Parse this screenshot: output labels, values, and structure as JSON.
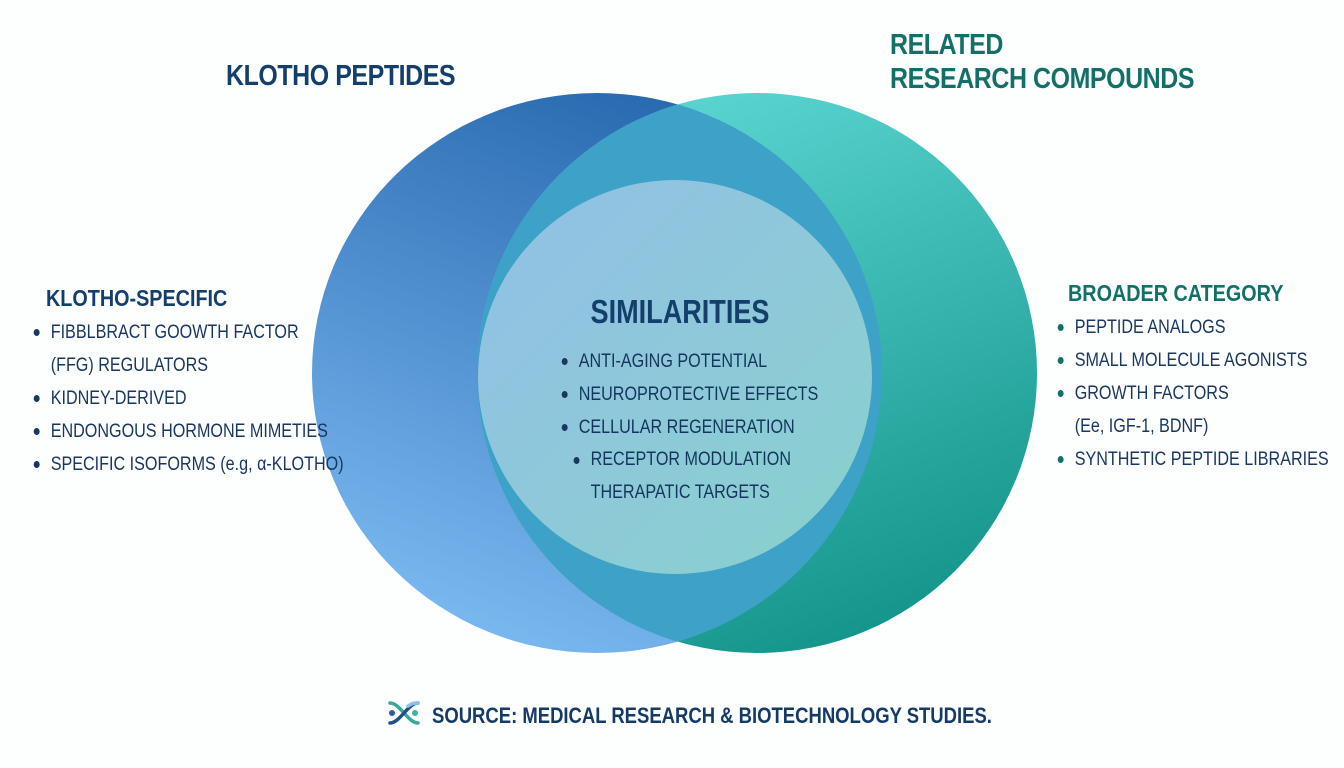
{
  "colors": {
    "left_circle_top": "#2566ad",
    "left_circle_bottom": "#7cbaf2",
    "right_circle_top": "#5dd6d3",
    "right_circle_bottom": "#129389",
    "overlap": "#3ea1c8",
    "inner_circle": "#8ec8e0",
    "navy_text": "#143e6c",
    "teal_text": "#137068"
  },
  "left_set": {
    "title": "KLOTHO PEPTIDES",
    "subtitle": "KLOTHO-SPECIFIC",
    "items": [
      {
        "line1": "FIBBLBRACT GOOWTH FACTOR",
        "line2": "(FFG) REGULATORS"
      },
      {
        "line1": "KIDNEY-DERIVED"
      },
      {
        "line1": "ENDONGOUS HORMONE MIMETIES"
      },
      {
        "line1": "SPECIFIC ISOFORMS (e.g, α-KLOTHO)"
      }
    ]
  },
  "right_set": {
    "title_line1": "RELATED",
    "title_line2": "RESEARCH COMPOUNDS",
    "subtitle": "BROADER CATEGORY",
    "items": [
      {
        "line1": "PEPTIDE ANALOGS"
      },
      {
        "line1": "SMALL MOLECULE AGONISTS"
      },
      {
        "line1": "GROWTH FACTORS",
        "line2": "(Ee, IGF-1, BDNF)"
      },
      {
        "line1": "SYNTHETIC PEPTIDE LIBRARIES"
      }
    ]
  },
  "intersection": {
    "title": "SIMILARITIES",
    "items": [
      {
        "line1": "ANTI-AGING POTENTIAL"
      },
      {
        "line1": "NEUROPROTECTIVE EFFECTS"
      },
      {
        "line1": "CELLULAR REGENERATION"
      },
      {
        "line1": "RECEPTOR MODULATION",
        "line2": "THERAPATIC TARGETS"
      }
    ]
  },
  "footer": {
    "icon": "dna-helix-icon",
    "text": "SOURCE: MEDICAL RESEARCH & BIOTECHNOLOGY STUDIES."
  }
}
